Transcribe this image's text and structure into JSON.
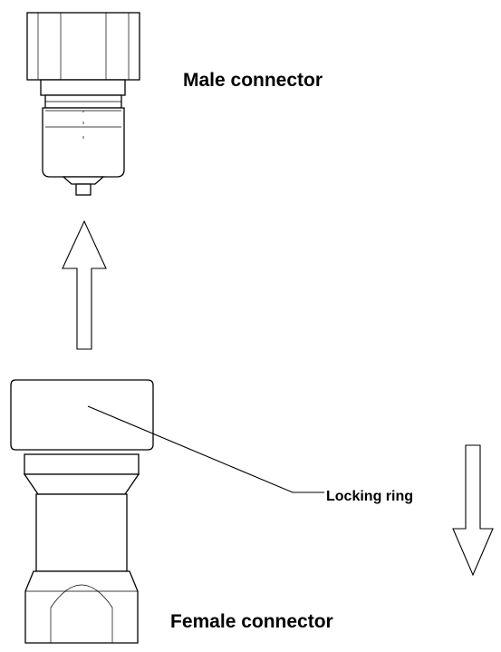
{
  "labels": {
    "male": "Male connector",
    "female": "Female connector",
    "locking_ring": "Locking ring"
  },
  "colors": {
    "stroke": "#000000",
    "background": "#ffffff"
  },
  "arrows": [
    {
      "name": "up-arrow",
      "direction": "up"
    },
    {
      "name": "down-arrow",
      "direction": "down"
    }
  ]
}
